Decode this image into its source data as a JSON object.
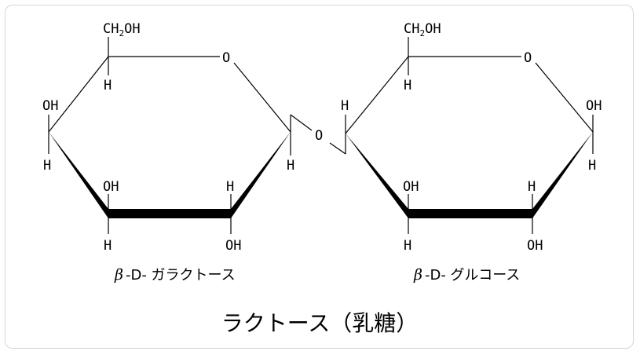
{
  "diagram": {
    "title": "ラクトース（乳糖）",
    "bridge_oxygen": "O",
    "galactose": {
      "caption_greek": "β",
      "caption_text": "-D- ガラクトース",
      "ch2oh_pre": "CH",
      "ch2oh_sub": "2",
      "ch2oh_post": "OH",
      "ring_oxygen": "O",
      "labels": {
        "c5_h": "H",
        "c4_oh": "OH",
        "c4_h": "H",
        "c1_h": "H",
        "c3_oh": "OH",
        "c3_h": "H",
        "c2_h": "H",
        "c2_oh": "OH"
      }
    },
    "glucose": {
      "caption_greek": "β",
      "caption_text": "-D- グルコース",
      "ch2oh_pre": "CH",
      "ch2oh_sub": "2",
      "ch2oh_post": "OH",
      "ring_oxygen": "O",
      "labels": {
        "c5_h": "H",
        "c4_h": "H",
        "c1_oh": "OH",
        "c1_h": "H",
        "c3_oh": "OH",
        "c3_h": "H",
        "c2_h": "H",
        "c2_oh": "OH"
      }
    }
  }
}
